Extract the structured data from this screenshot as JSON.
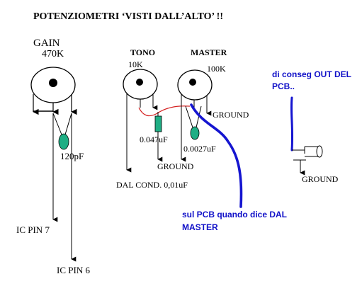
{
  "title": "POTENZIOMETRI ‘VISTI DALL’ALTO’ !!",
  "pots": {
    "gain": {
      "name": "GAIN",
      "value": "470K"
    },
    "tono": {
      "name": "TONO",
      "value": "10K"
    },
    "master": {
      "name": "MASTER",
      "value": "100K"
    }
  },
  "components": {
    "cap_gain": "120pF",
    "cap_tono": "0.047uF",
    "cap_master": "0.0027uF"
  },
  "labels": {
    "ground_master": "GROUND",
    "ground_tono": "GROUND",
    "ground_jack": "GROUND",
    "dal_cond": "DAL COND. 0,01uF",
    "ic_pin7": "IC PIN 7",
    "ic_pin6": "IC PIN 6"
  },
  "notes": {
    "out_line1": "di conseg OUT DEL",
    "out_line2": "PCB..",
    "pcb_line1": "sul PCB quando dice DAL",
    "pcb_line2": "MASTER"
  },
  "colors": {
    "ink": "#000000",
    "cap_fill": "#1fae84",
    "note_blue": "#1010c8",
    "wire_blue": "#1515d0",
    "wire_red": "#d42020"
  }
}
